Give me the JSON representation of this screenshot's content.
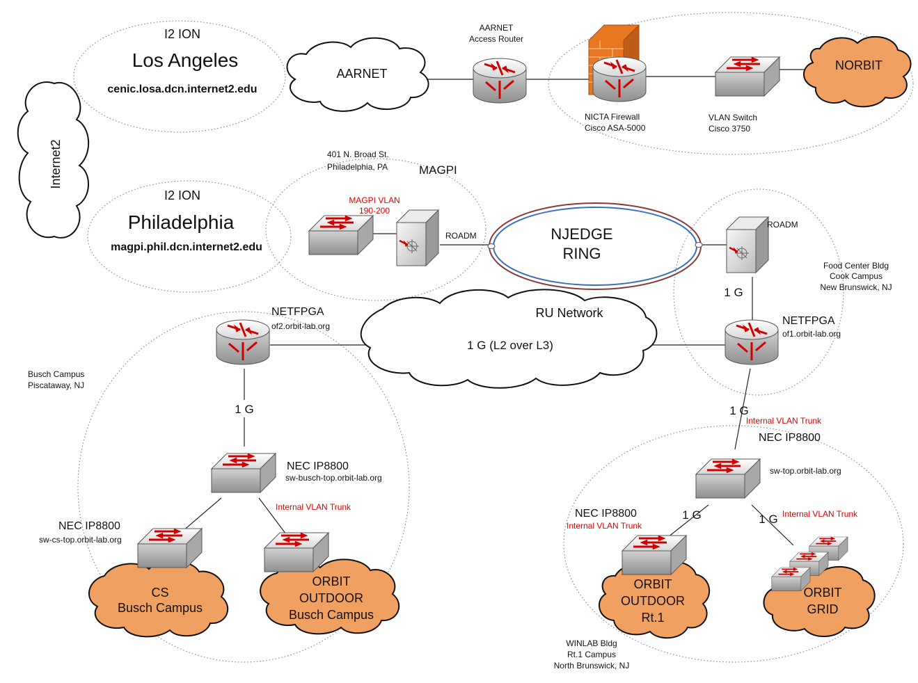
{
  "locations": {
    "la": {
      "header": "I2 ION",
      "city": "Los Angeles",
      "domain": "cenic.losa.dcn.internet2.edu"
    },
    "phl": {
      "header": "I2 ION",
      "city": "Philadelphia",
      "domain": "magpi.phil.dcn.internet2.edu"
    },
    "magpi_addr_1": "401 N. Broad St.",
    "magpi_addr_2": "Philadelphia, PA",
    "food_1": "Food Center Bldg",
    "food_2": "Cook Campus",
    "food_3": "New Brunswick, NJ",
    "busch_1": "Busch Campus",
    "busch_2": "Piscataway, NJ",
    "winlab_1": "WINLAB Bldg",
    "winlab_2": "Rt.1 Campus",
    "winlab_3": "North Brunswick, NJ"
  },
  "clouds": {
    "internet2": "Internet2",
    "aarnet": "AARNET",
    "norbit": "NORBIT",
    "ru_network": "RU Network",
    "cs_1": "CS",
    "cs_2": "Busch Campus",
    "outdoor_busch_1": "ORBIT",
    "outdoor_busch_2": "OUTDOOR",
    "outdoor_busch_3": "Busch Campus",
    "outdoor_rt1_1": "ORBIT",
    "outdoor_rt1_2": "OUTDOOR",
    "outdoor_rt1_3": "Rt.1",
    "grid_1": "ORBIT",
    "grid_2": "GRID"
  },
  "devices": {
    "aarnet_router_1": "AARNET",
    "aarnet_router_2": "Access Router",
    "nicta_1": "NICTA Firewall",
    "nicta_2": "Cisco ASA-5000",
    "vlan_switch_1": "VLAN Switch",
    "vlan_switch_2": "Cisco 3750",
    "magpi": "MAGPI",
    "magpi_vlan_1": "MAGPI VLAN",
    "magpi_vlan_2": "190-200",
    "roadm_left": "ROADM",
    "roadm_right": "ROADM",
    "ring_1": "NJEDGE",
    "ring_2": "RING",
    "netfpga_left": "NETFPGA",
    "netfpga_left_host": "of2.orbit-lab.org",
    "netfpga_right": "NETFPGA",
    "netfpga_right_host": "of1.orbit-lab.org",
    "nec_busch_top": "NEC IP8800",
    "nec_busch_top_host": "sw-busch-top.orbit-lab.org",
    "nec_cs": "NEC IP8800",
    "nec_cs_host": "sw-cs-top.orbit-lab.org",
    "nec_top": "NEC IP8800",
    "nec_top_host": "sw-top.orbit-lab.org",
    "nec_rt1": "NEC IP8800"
  },
  "links": {
    "ring_1g": "1 G",
    "ru_link": "1 G (L2 over L3)",
    "busch_1g": "1 G",
    "right_1g": "1 G",
    "rt1_1g": "1 G",
    "grid_1g": "1 G",
    "trunk_right": "Internal VLAN Trunk",
    "trunk_busch": "Internal VLAN Trunk",
    "trunk_rt1": "Internal VLAN Trunk",
    "trunk_grid": "Internal VLAN Trunk"
  },
  "colors": {
    "cloud_orange": "#f0a060",
    "annotation_red": "#e00000",
    "ring_outer": "#8b3a3a",
    "ring_inner": "#3a6fc0",
    "firewall": "#e87722"
  }
}
